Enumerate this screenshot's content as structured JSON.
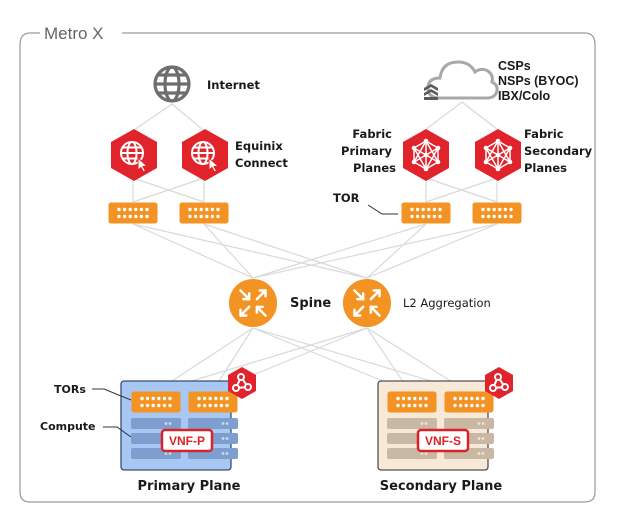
{
  "frame": {
    "title": "Metro X"
  },
  "colors": {
    "equinix_red": "#e1232c",
    "orange": "#f39323",
    "globe_gray": "#6e6e6e",
    "link_gray": "#d9d9d9",
    "primary_plane_fill": "#a9c7f3",
    "primary_server_fill": "#7d9ecf",
    "secondary_plane_fill": "#f8e8d8",
    "secondary_server_fill": "#c9b8a3",
    "frame_border": "#9a9a9a"
  },
  "nodes": {
    "internet": {
      "label": "Internet",
      "icon": "globe-icon"
    },
    "cloud": {
      "label_lines": [
        "CSPs",
        "NSPs (BYOC)",
        "IBX/Colo"
      ],
      "icon": "cloud-icon"
    },
    "equinix_connect": {
      "label_lines": [
        "Equinix",
        "Connect"
      ],
      "icon": "web-cursor-hex-icon"
    },
    "fabric_primary": {
      "label_lines": [
        "Fabric",
        "Primary",
        "Planes"
      ],
      "icon": "fabric-mesh-hex-icon"
    },
    "fabric_secondary": {
      "label_lines": [
        "Fabric",
        "Secondary",
        "Planes"
      ],
      "icon": "fabric-mesh-hex-icon"
    },
    "tor_callout": {
      "label": "TOR"
    },
    "spine": {
      "label": "Spine",
      "icon": "router-arrows-icon"
    },
    "l2_aggregation": {
      "label": "L2 Aggregation",
      "icon": "router-arrows-icon"
    }
  },
  "planes": {
    "primary": {
      "label": "Primary Plane",
      "vnf": "VNF-P",
      "callouts": {
        "tors": "TORs",
        "compute": "Compute"
      }
    },
    "secondary": {
      "label": "Secondary Plane",
      "vnf": "VNF-S"
    }
  }
}
